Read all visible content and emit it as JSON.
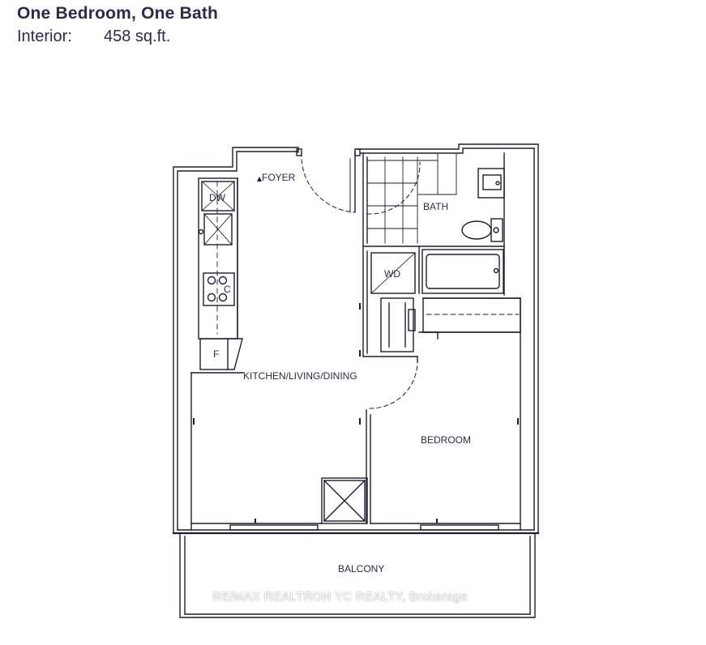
{
  "header": {
    "title": "One Bedroom, One Bath",
    "interior_label": "Interior:",
    "interior_value": "458 sq.ft."
  },
  "rooms": {
    "foyer": "FOYER",
    "bath": "BATH",
    "kitchen": "KITCHEN/LIVING/DINING",
    "bedroom": "BEDROOM",
    "balcony": "BALCONY"
  },
  "fixtures": {
    "dishwasher": "DW",
    "cooktop": "C",
    "fridge": "F",
    "washer_dryer": "WD"
  },
  "watermark": "RE/MAX REALTRON YC REALTY, Brokerage",
  "colors": {
    "ink": "#2d2a4a",
    "wall": "#1e1c33"
  }
}
